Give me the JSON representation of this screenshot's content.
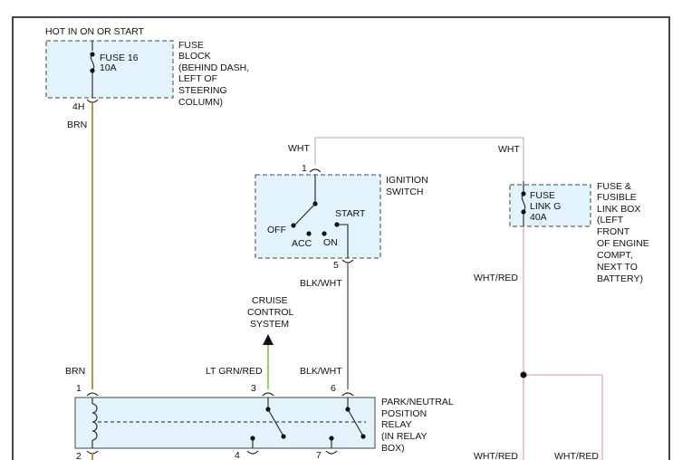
{
  "colors": {
    "brn": "#a07a10",
    "wht": "#c9c9c9",
    "blk_wht": "#777777",
    "lt_grn_red": "#7cc943",
    "wht_red": "#f2b8b8",
    "box_fill": "#e3f3fb",
    "line": "#222222"
  },
  "labels": {
    "hot_in_on_or_start": "HOT IN ON OR START",
    "fuse16_name": "FUSE 16",
    "fuse16_rating": "10A",
    "fuse_block_lines": [
      "FUSE",
      "BLOCK",
      "(BEHIND DASH,",
      "LEFT OF",
      "STEERING",
      "COLUMN)"
    ],
    "pin_4h": "4H",
    "brn_top": "BRN",
    "wht_left": "WHT",
    "wht_right": "WHT",
    "pin_1_ign": "1",
    "ignition_lines": [
      "IGNITION",
      "SWITCH"
    ],
    "off": "OFF",
    "acc": "ACC",
    "on": "ON",
    "start": "START",
    "pin_5": "5",
    "blk_wht_upper": "BLK/WHT",
    "fuse_link_lines": [
      "FUSE",
      "LINK G",
      "40A"
    ],
    "fusible_box_lines": [
      "FUSE &",
      "FUSIBLE",
      "LINK BOX",
      "(LEFT",
      "FRONT",
      "OF ENGINE",
      "COMPT,",
      "NEXT TO",
      "BATTERY)"
    ],
    "wht_red_upper": "WHT/RED",
    "cruise_lines": [
      "CRUISE",
      "CONTROL",
      "SYSTEM"
    ],
    "brn_lower": "BRN",
    "lt_grn_red": "LT GRN/RED",
    "blk_wht_lower": "BLK/WHT",
    "relay_pin_1": "1",
    "relay_pin_3": "3",
    "relay_pin_6": "6",
    "relay_lines": [
      "PARK/NEUTRAL",
      "POSITION",
      "RELAY",
      "(IN RELAY",
      "BOX)"
    ],
    "relay_pin_2": "2",
    "relay_pin_4": "4",
    "relay_pin_7": "7",
    "wht_red_bottom_left": "WHT/RED",
    "wht_red_bottom_right": "WHT/RED"
  }
}
